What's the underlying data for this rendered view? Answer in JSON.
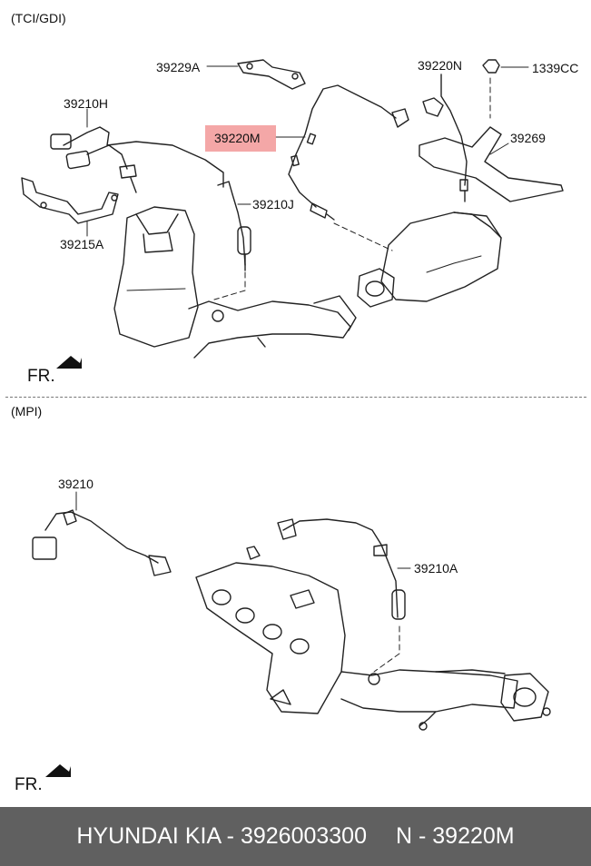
{
  "sections": {
    "top": "(TCI/GDI)",
    "bottom": "(MPI)"
  },
  "labels": {
    "l39229A": "39229A",
    "l39220N": "39220N",
    "l1339CC": "1339CC",
    "l39210H": "39210H",
    "l39220M": "39220M",
    "l39269": "39269",
    "l39210J": "39210J",
    "l39215A": "39215A",
    "l39210": "39210",
    "l39210A": "39210A"
  },
  "direction": {
    "fr_top": "FR.",
    "fr_bottom": "FR."
  },
  "footer": {
    "catalog": "HYUNDAI  KIA - 3926003300",
    "part": "N - 39220M"
  },
  "colors": {
    "highlight": "#f08a8a",
    "footer_bg": "#606060"
  }
}
